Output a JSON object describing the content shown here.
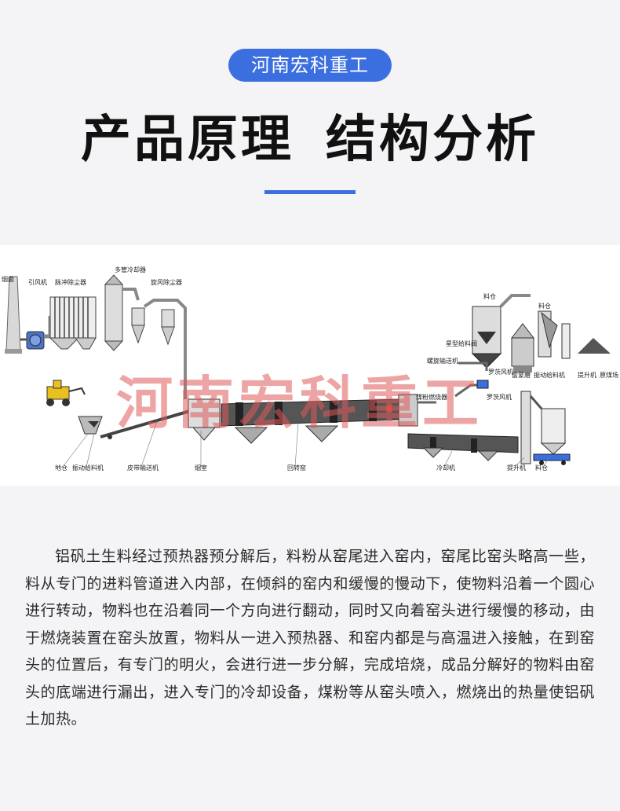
{
  "header": {
    "badge": "河南宏科重工",
    "title_part1": "产品原理",
    "title_part2": "结构分析"
  },
  "diagram": {
    "watermark": "河南宏科重工",
    "labels": {
      "chimney": "烟囱",
      "induced_fan": "引风机",
      "pulse_dust": "脉冲除尘器",
      "multi_cooler": "多管冷却器",
      "cyclone_dust": "旋风除尘器",
      "raw_bin": "料仓",
      "feeder_valve": "星型给料阀",
      "screw_conveyor": "螺旋输送机",
      "roots_fan1": "罗茨风机",
      "mill": "雷蒙磨",
      "vib_feeder_r": "振动给料机",
      "hoist_r": "提升机",
      "stockpile": "原煤场",
      "coal_burner": "煤粉燃烧器",
      "roots_fan2": "罗茨风机",
      "pit": "地仓",
      "vib_feeder": "振动给料机",
      "belt": "皮带输送机",
      "kiln_tail": "烟室",
      "rotary_kiln": "回转窑",
      "cooler": "冷却机",
      "hoist": "提升机",
      "product_bin": "料仓"
    }
  },
  "description": "铝矾土生料经过预热器预分解后，料粉从窑尾进入窑内，窑尾比窑头略高一些，料从专门的进料管道进入内部，在倾斜的窑内和缓慢的慢动下，使物料沿着一个圆心进行转动，物料也在沿着同一个方向进行翻动，同时又向着窑头进行缓慢的移动，由于燃烧装置在窑头放置，物料从一进入预热器、和窑内都是与高温进入接触，在到窑头的位置后，有专门的明火，会进行进一步分解，完成培烧，成品分解好的物料由窑头的底端进行漏出，进入专门的冷却设备，煤粉等从窑头喷入，燃烧出的热量使铝矾土加热。"
}
